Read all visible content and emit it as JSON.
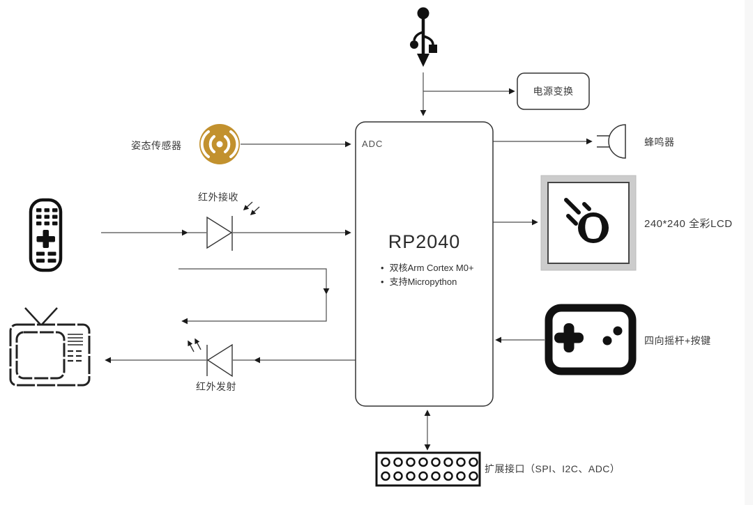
{
  "colors": {
    "sensor_gold": "#c2912e",
    "lcd_frame": "#cccccc",
    "line": "#4d4d4d",
    "ink": "#1a1a1a"
  },
  "mcu": {
    "title": "RP2040",
    "pin_label": "ADC",
    "features": [
      "双核Arm Cortex M0+",
      "支持Micropython"
    ]
  },
  "nodes": {
    "power": {
      "label": "电源变换"
    },
    "attitude_sensor": {
      "label": "姿态传感器"
    },
    "ir_receive": {
      "label": "红外接收"
    },
    "ir_transmit": {
      "label": "红外发射"
    },
    "buzzer": {
      "label": "蜂鸣器"
    },
    "lcd": {
      "label": "240*240 全彩LCD"
    },
    "joystick": {
      "label": "四向摇杆+按键"
    },
    "expansion": {
      "label": "扩展接口（SPI、I2C、ADC）",
      "pin_rows": 2,
      "pins_per_row": 8
    }
  },
  "icons": [
    "usb-icon",
    "attitude-sensor-icon",
    "remote-control-icon",
    "tv-icon",
    "ir-receive-diode-icon",
    "ir-transmit-diode-icon",
    "buzzer-icon",
    "flying-ball-icon",
    "gamepad-icon",
    "pin-header-icon"
  ]
}
